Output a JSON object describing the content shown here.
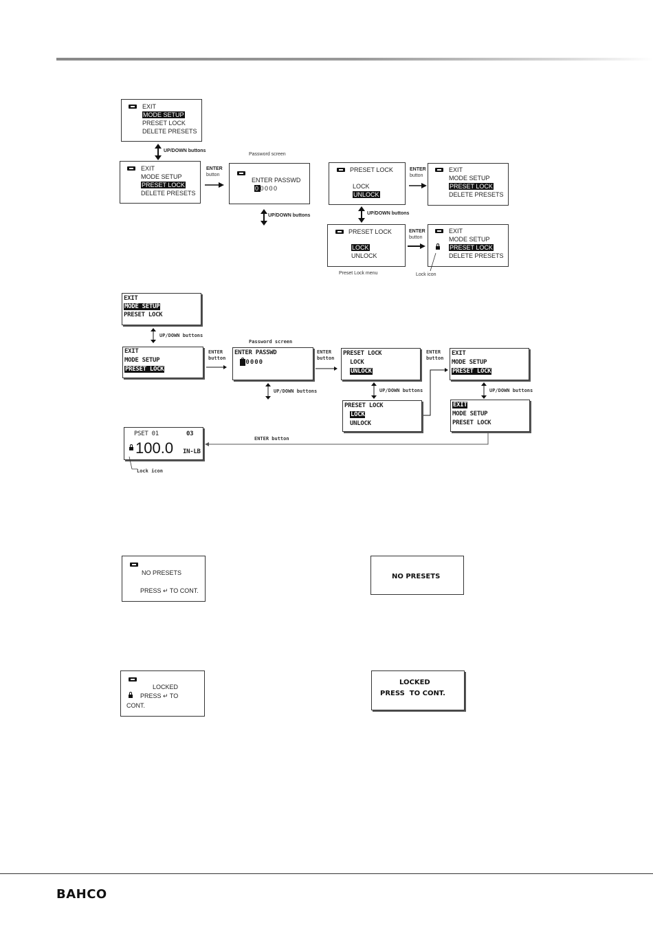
{
  "menu": {
    "exit": "EXIT",
    "mode_setup": "MODE SETUP",
    "preset_lock": "PRESET LOCK",
    "delete_presets": "DELETE PRESETS"
  },
  "lock_menu": {
    "title": "PRESET LOCK",
    "lock": "LOCK",
    "unlock": "UNLOCK"
  },
  "password": {
    "prompt": "ENTER PASSWD",
    "digits_first": "0",
    "digits_rest": "0000",
    "digits_b": "0000"
  },
  "labels": {
    "updown": "UP/DOWN buttons",
    "enter": "ENTER",
    "button": "button",
    "password_screen": "Password screen",
    "preset_lock_menu": "Preset Lock menu",
    "lock_icon": "Lock icon",
    "enter_button": "ENTER button"
  },
  "measure": {
    "pset": "PSET 01",
    "count": "03",
    "value": "100.0",
    "unit": "IN-LB"
  },
  "messages": {
    "no_presets": "NO PRESETS",
    "press": "PRESS",
    "to_cont": "TO CONT.",
    "locked": "LOCKED",
    "to": "TO",
    "cont": "CONT.",
    "enter_symbol": "↵"
  },
  "footer": {
    "brand": "BAHCO"
  }
}
